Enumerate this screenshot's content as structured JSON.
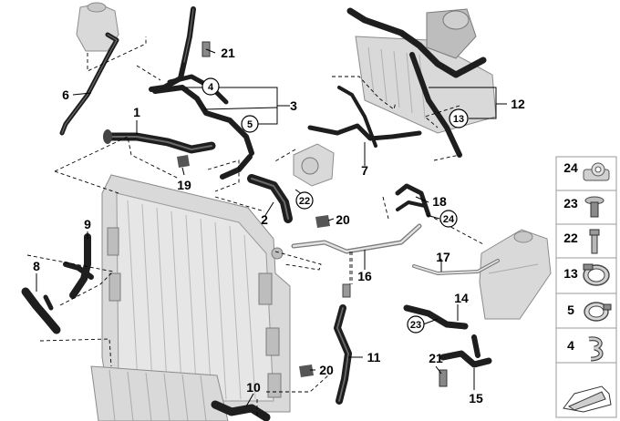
{
  "callouts": {
    "c1": "1",
    "c2": "2",
    "c3": "3",
    "c4": "4",
    "c5": "5",
    "c6": "6",
    "c7": "7",
    "c8": "8",
    "c9": "9",
    "c10": "10",
    "c11": "11",
    "c12": "12",
    "c13": "13",
    "c14": "14",
    "c15": "15",
    "c16": "16",
    "c17": "17",
    "c18": "18",
    "c19": "19",
    "c20a": "20",
    "c20b": "20",
    "c21a": "21",
    "c21b": "21",
    "c22": "22",
    "c23": "23",
    "c24": "24"
  },
  "legend": {
    "items": [
      {
        "label": "24",
        "icon": "pipe-clip-icon"
      },
      {
        "label": "23",
        "icon": "expanding-rivet-icon"
      },
      {
        "label": "22",
        "icon": "screw-icon"
      },
      {
        "label": "13",
        "icon": "hose-clamp-icon"
      },
      {
        "label": "5",
        "icon": "spring-clamp-icon"
      },
      {
        "label": "4",
        "icon": "clip-icon"
      }
    ],
    "footer_icon": "view-direction-arrow-icon"
  }
}
